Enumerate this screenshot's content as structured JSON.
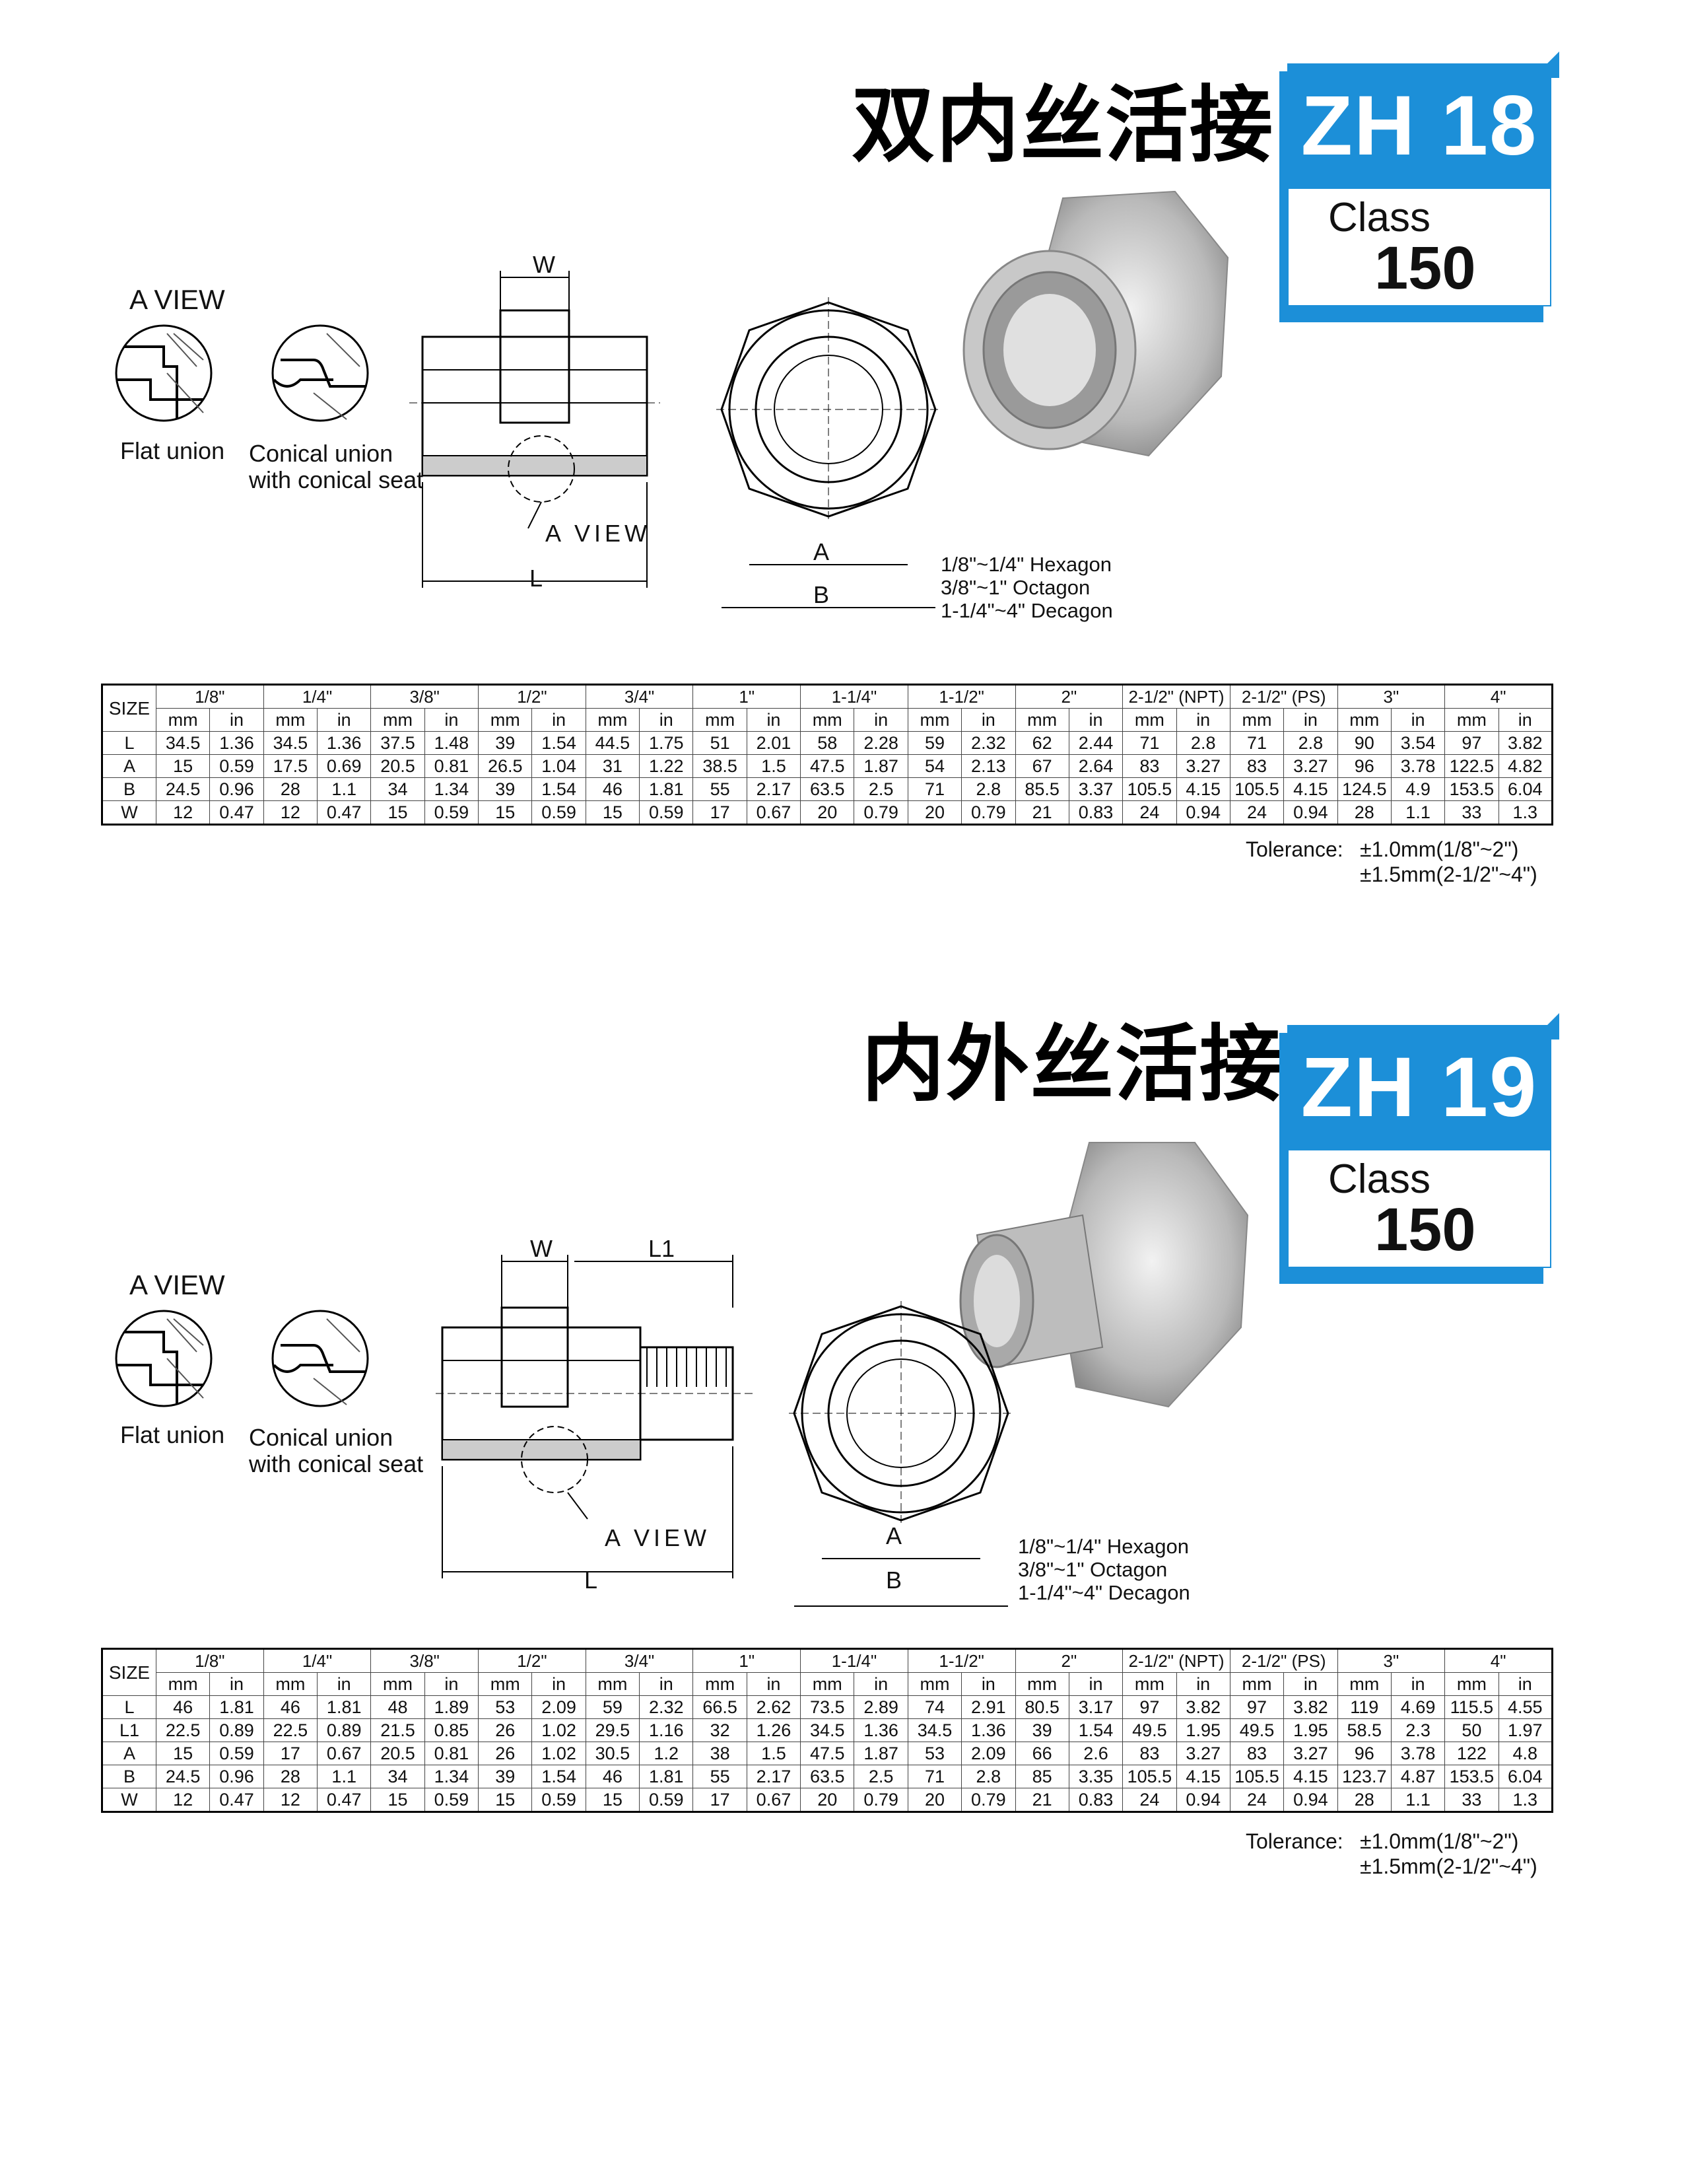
{
  "sections": [
    {
      "title": "双内丝活接",
      "badge": {
        "code": "ZH 18",
        "class_label": "Class",
        "class_value": "150"
      },
      "a_view": "A VIEW",
      "flat_union": "Flat union",
      "conical_union": "Conical union",
      "conical_seat": "with conical seat",
      "dims": {
        "w": "W",
        "a_view": "A VIEW",
        "l": "L",
        "a": "A",
        "b": "B"
      },
      "shape_notes": [
        "1/8\"~1/4\" Hexagon",
        "3/8\"~1\" Octagon",
        "1-1/4\"~4\" Decagon"
      ],
      "table": {
        "size_label": "SIZE",
        "sizes": [
          "1/8\"",
          "1/4\"",
          "3/8\"",
          "1/2\"",
          "3/4\"",
          "1\"",
          "1-1/4\"",
          "1-1/2\"",
          "2\"",
          "2-1/2\" (NPT)",
          "2-1/2\" (PS)",
          "3\"",
          "4\""
        ],
        "unit_mm": "mm",
        "unit_in": "in",
        "rows": [
          {
            "label": "L",
            "values": [
              "34.5",
              "1.36",
              "34.5",
              "1.36",
              "37.5",
              "1.48",
              "39",
              "1.54",
              "44.5",
              "1.75",
              "51",
              "2.01",
              "58",
              "2.28",
              "59",
              "2.32",
              "62",
              "2.44",
              "71",
              "2.8",
              "71",
              "2.8",
              "90",
              "3.54",
              "97",
              "3.82"
            ]
          },
          {
            "label": "A",
            "values": [
              "15",
              "0.59",
              "17.5",
              "0.69",
              "20.5",
              "0.81",
              "26.5",
              "1.04",
              "31",
              "1.22",
              "38.5",
              "1.5",
              "47.5",
              "1.87",
              "54",
              "2.13",
              "67",
              "2.64",
              "83",
              "3.27",
              "83",
              "3.27",
              "96",
              "3.78",
              "122.5",
              "4.82"
            ]
          },
          {
            "label": "B",
            "values": [
              "24.5",
              "0.96",
              "28",
              "1.1",
              "34",
              "1.34",
              "39",
              "1.54",
              "46",
              "1.81",
              "55",
              "2.17",
              "63.5",
              "2.5",
              "71",
              "2.8",
              "85.5",
              "3.37",
              "105.5",
              "4.15",
              "105.5",
              "4.15",
              "124.5",
              "4.9",
              "153.5",
              "6.04"
            ]
          },
          {
            "label": "W",
            "values": [
              "12",
              "0.47",
              "12",
              "0.47",
              "15",
              "0.59",
              "15",
              "0.59",
              "15",
              "0.59",
              "17",
              "0.67",
              "20",
              "0.79",
              "20",
              "0.79",
              "21",
              "0.83",
              "24",
              "0.94",
              "24",
              "0.94",
              "28",
              "1.1",
              "33",
              "1.3"
            ]
          }
        ]
      },
      "tolerance": {
        "label": "Tolerance:",
        "line1": "±1.0mm(1/8\"~2\")",
        "line2": "±1.5mm(2-1/2\"~4\")"
      }
    },
    {
      "title": "内外丝活接",
      "badge": {
        "code": "ZH 19",
        "class_label": "Class",
        "class_value": "150"
      },
      "a_view": "A VIEW",
      "flat_union": "Flat union",
      "conical_union": "Conical union",
      "conical_seat": "with conical seat",
      "dims": {
        "w": "W",
        "l1": "L1",
        "a_view": "A VIEW",
        "l": "L",
        "a": "A",
        "b": "B"
      },
      "shape_notes": [
        "1/8\"~1/4\" Hexagon",
        "3/8\"~1\" Octagon",
        "1-1/4\"~4\" Decagon"
      ],
      "table": {
        "size_label": "SIZE",
        "sizes": [
          "1/8\"",
          "1/4\"",
          "3/8\"",
          "1/2\"",
          "3/4\"",
          "1\"",
          "1-1/4\"",
          "1-1/2\"",
          "2\"",
          "2-1/2\" (NPT)",
          "2-1/2\" (PS)",
          "3\"",
          "4\""
        ],
        "unit_mm": "mm",
        "unit_in": "in",
        "rows": [
          {
            "label": "L",
            "values": [
              "46",
              "1.81",
              "46",
              "1.81",
              "48",
              "1.89",
              "53",
              "2.09",
              "59",
              "2.32",
              "66.5",
              "2.62",
              "73.5",
              "2.89",
              "74",
              "2.91",
              "80.5",
              "3.17",
              "97",
              "3.82",
              "97",
              "3.82",
              "119",
              "4.69",
              "115.5",
              "4.55"
            ]
          },
          {
            "label": "L1",
            "values": [
              "22.5",
              "0.89",
              "22.5",
              "0.89",
              "21.5",
              "0.85",
              "26",
              "1.02",
              "29.5",
              "1.16",
              "32",
              "1.26",
              "34.5",
              "1.36",
              "34.5",
              "1.36",
              "39",
              "1.54",
              "49.5",
              "1.95",
              "49.5",
              "1.95",
              "58.5",
              "2.3",
              "50",
              "1.97"
            ]
          },
          {
            "label": "A",
            "values": [
              "15",
              "0.59",
              "17",
              "0.67",
              "20.5",
              "0.81",
              "26",
              "1.02",
              "30.5",
              "1.2",
              "38",
              "1.5",
              "47.5",
              "1.87",
              "53",
              "2.09",
              "66",
              "2.6",
              "83",
              "3.27",
              "83",
              "3.27",
              "96",
              "3.78",
              "122",
              "4.8"
            ]
          },
          {
            "label": "B",
            "values": [
              "24.5",
              "0.96",
              "28",
              "1.1",
              "34",
              "1.34",
              "39",
              "1.54",
              "46",
              "1.81",
              "55",
              "2.17",
              "63.5",
              "2.5",
              "71",
              "2.8",
              "85",
              "3.35",
              "105.5",
              "4.15",
              "105.5",
              "4.15",
              "123.7",
              "4.87",
              "153.5",
              "6.04"
            ]
          },
          {
            "label": "W",
            "values": [
              "12",
              "0.47",
              "12",
              "0.47",
              "15",
              "0.59",
              "15",
              "0.59",
              "15",
              "0.59",
              "17",
              "0.67",
              "20",
              "0.79",
              "20",
              "0.79",
              "21",
              "0.83",
              "24",
              "0.94",
              "24",
              "0.94",
              "28",
              "1.1",
              "33",
              "1.3"
            ]
          }
        ]
      },
      "tolerance": {
        "label": "Tolerance:",
        "line1": "±1.0mm(1/8\"~2\")",
        "line2": "±1.5mm(2-1/2\"~4\")"
      }
    }
  ]
}
